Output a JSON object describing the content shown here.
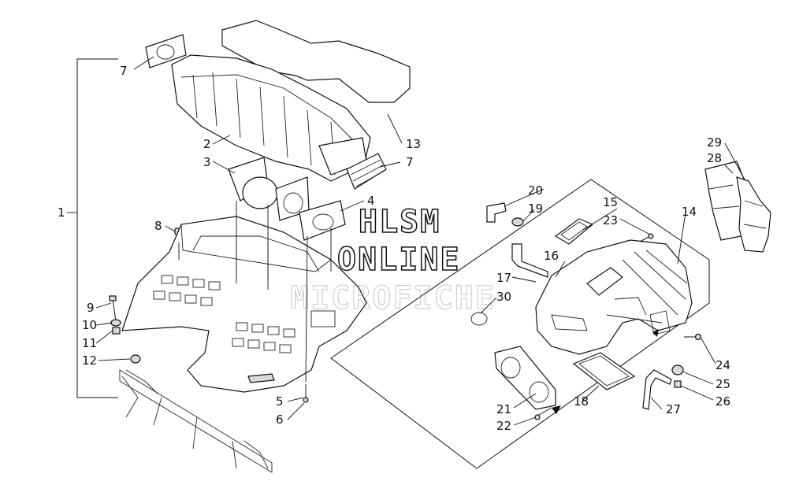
{
  "watermark": {
    "line1": "HLSM",
    "line2": "ONLINE",
    "line3": "MICROFICHE"
  },
  "callouts": {
    "c1": "1",
    "c2": "2",
    "c3": "3",
    "c4": "4",
    "c5": "5",
    "c6": "6",
    "c7a": "7",
    "c7b": "7",
    "c8": "8",
    "c9": "9",
    "c10": "10",
    "c11": "11",
    "c12": "12",
    "c13": "13",
    "c14": "14",
    "c15": "15",
    "c16": "16",
    "c17": "17",
    "c18": "18",
    "c19": "19",
    "c20": "20",
    "c21": "21",
    "c22": "22",
    "c23": "23",
    "c24": "24",
    "c25": "25",
    "c26": "26",
    "c27": "27",
    "c28": "28",
    "c29": "29",
    "c30": "30"
  }
}
